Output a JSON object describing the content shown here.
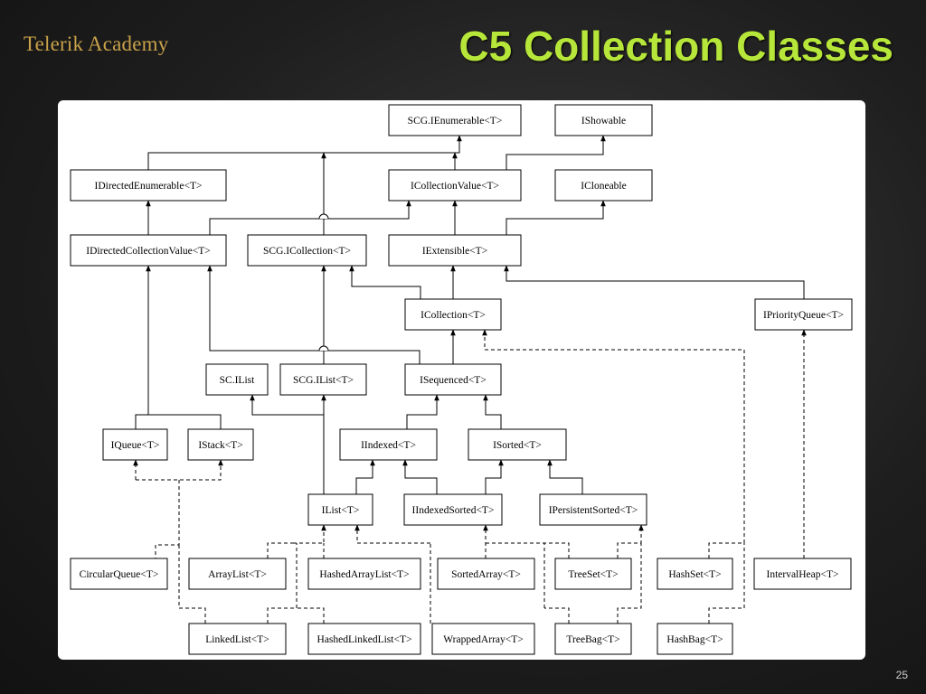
{
  "header": {
    "logo_text": "Telerik Academy",
    "title": "C5 Collection Classes"
  },
  "slide_number": "25",
  "diagram": {
    "nodes": [
      {
        "id": "scg-ienumerable",
        "label": "SCG.IEnumerable<T>"
      },
      {
        "id": "ishowable",
        "label": "IShowable"
      },
      {
        "id": "idirectedenumerable",
        "label": "IDirectedEnumerable<T>"
      },
      {
        "id": "icollectionvalue",
        "label": "ICollectionValue<T>"
      },
      {
        "id": "icloneable",
        "label": "ICloneable"
      },
      {
        "id": "idirectedcollectionvalue",
        "label": "IDirectedCollectionValue<T>"
      },
      {
        "id": "scg-icollection",
        "label": "SCG.ICollection<T>"
      },
      {
        "id": "iextensible",
        "label": "IExtensible<T>"
      },
      {
        "id": "icollection",
        "label": "ICollection<T>"
      },
      {
        "id": "ipriorityqueue",
        "label": "IPriorityQueue<T>"
      },
      {
        "id": "sc-ilist",
        "label": "SC.IList"
      },
      {
        "id": "scg-ilist",
        "label": "SCG.IList<T>"
      },
      {
        "id": "isequenced",
        "label": "ISequenced<T>"
      },
      {
        "id": "iqueue",
        "label": "IQueue<T>"
      },
      {
        "id": "istack",
        "label": "IStack<T>"
      },
      {
        "id": "iindexed",
        "label": "IIndexed<T>"
      },
      {
        "id": "isorted",
        "label": "ISorted<T>"
      },
      {
        "id": "ilist",
        "label": "IList<T>"
      },
      {
        "id": "iindexedsorted",
        "label": "IIndexedSorted<T>"
      },
      {
        "id": "ipersistentsorted",
        "label": "IPersistentSorted<T>"
      },
      {
        "id": "circularqueue",
        "label": "CircularQueue<T>"
      },
      {
        "id": "arraylist",
        "label": "ArrayList<T>"
      },
      {
        "id": "hashedarraylist",
        "label": "HashedArrayList<T>"
      },
      {
        "id": "sortedarray",
        "label": "SortedArray<T>"
      },
      {
        "id": "treeset",
        "label": "TreeSet<T>"
      },
      {
        "id": "hashset",
        "label": "HashSet<T>"
      },
      {
        "id": "intervalheap",
        "label": "IntervalHeap<T>"
      },
      {
        "id": "linkedlist",
        "label": "LinkedList<T>"
      },
      {
        "id": "hashedlinkedlist",
        "label": "HashedLinkedList<T>"
      },
      {
        "id": "wrappedarray",
        "label": "WrappedArray<T>"
      },
      {
        "id": "treebag",
        "label": "TreeBag<T>"
      },
      {
        "id": "hashbag",
        "label": "HashBag<T>"
      }
    ]
  }
}
